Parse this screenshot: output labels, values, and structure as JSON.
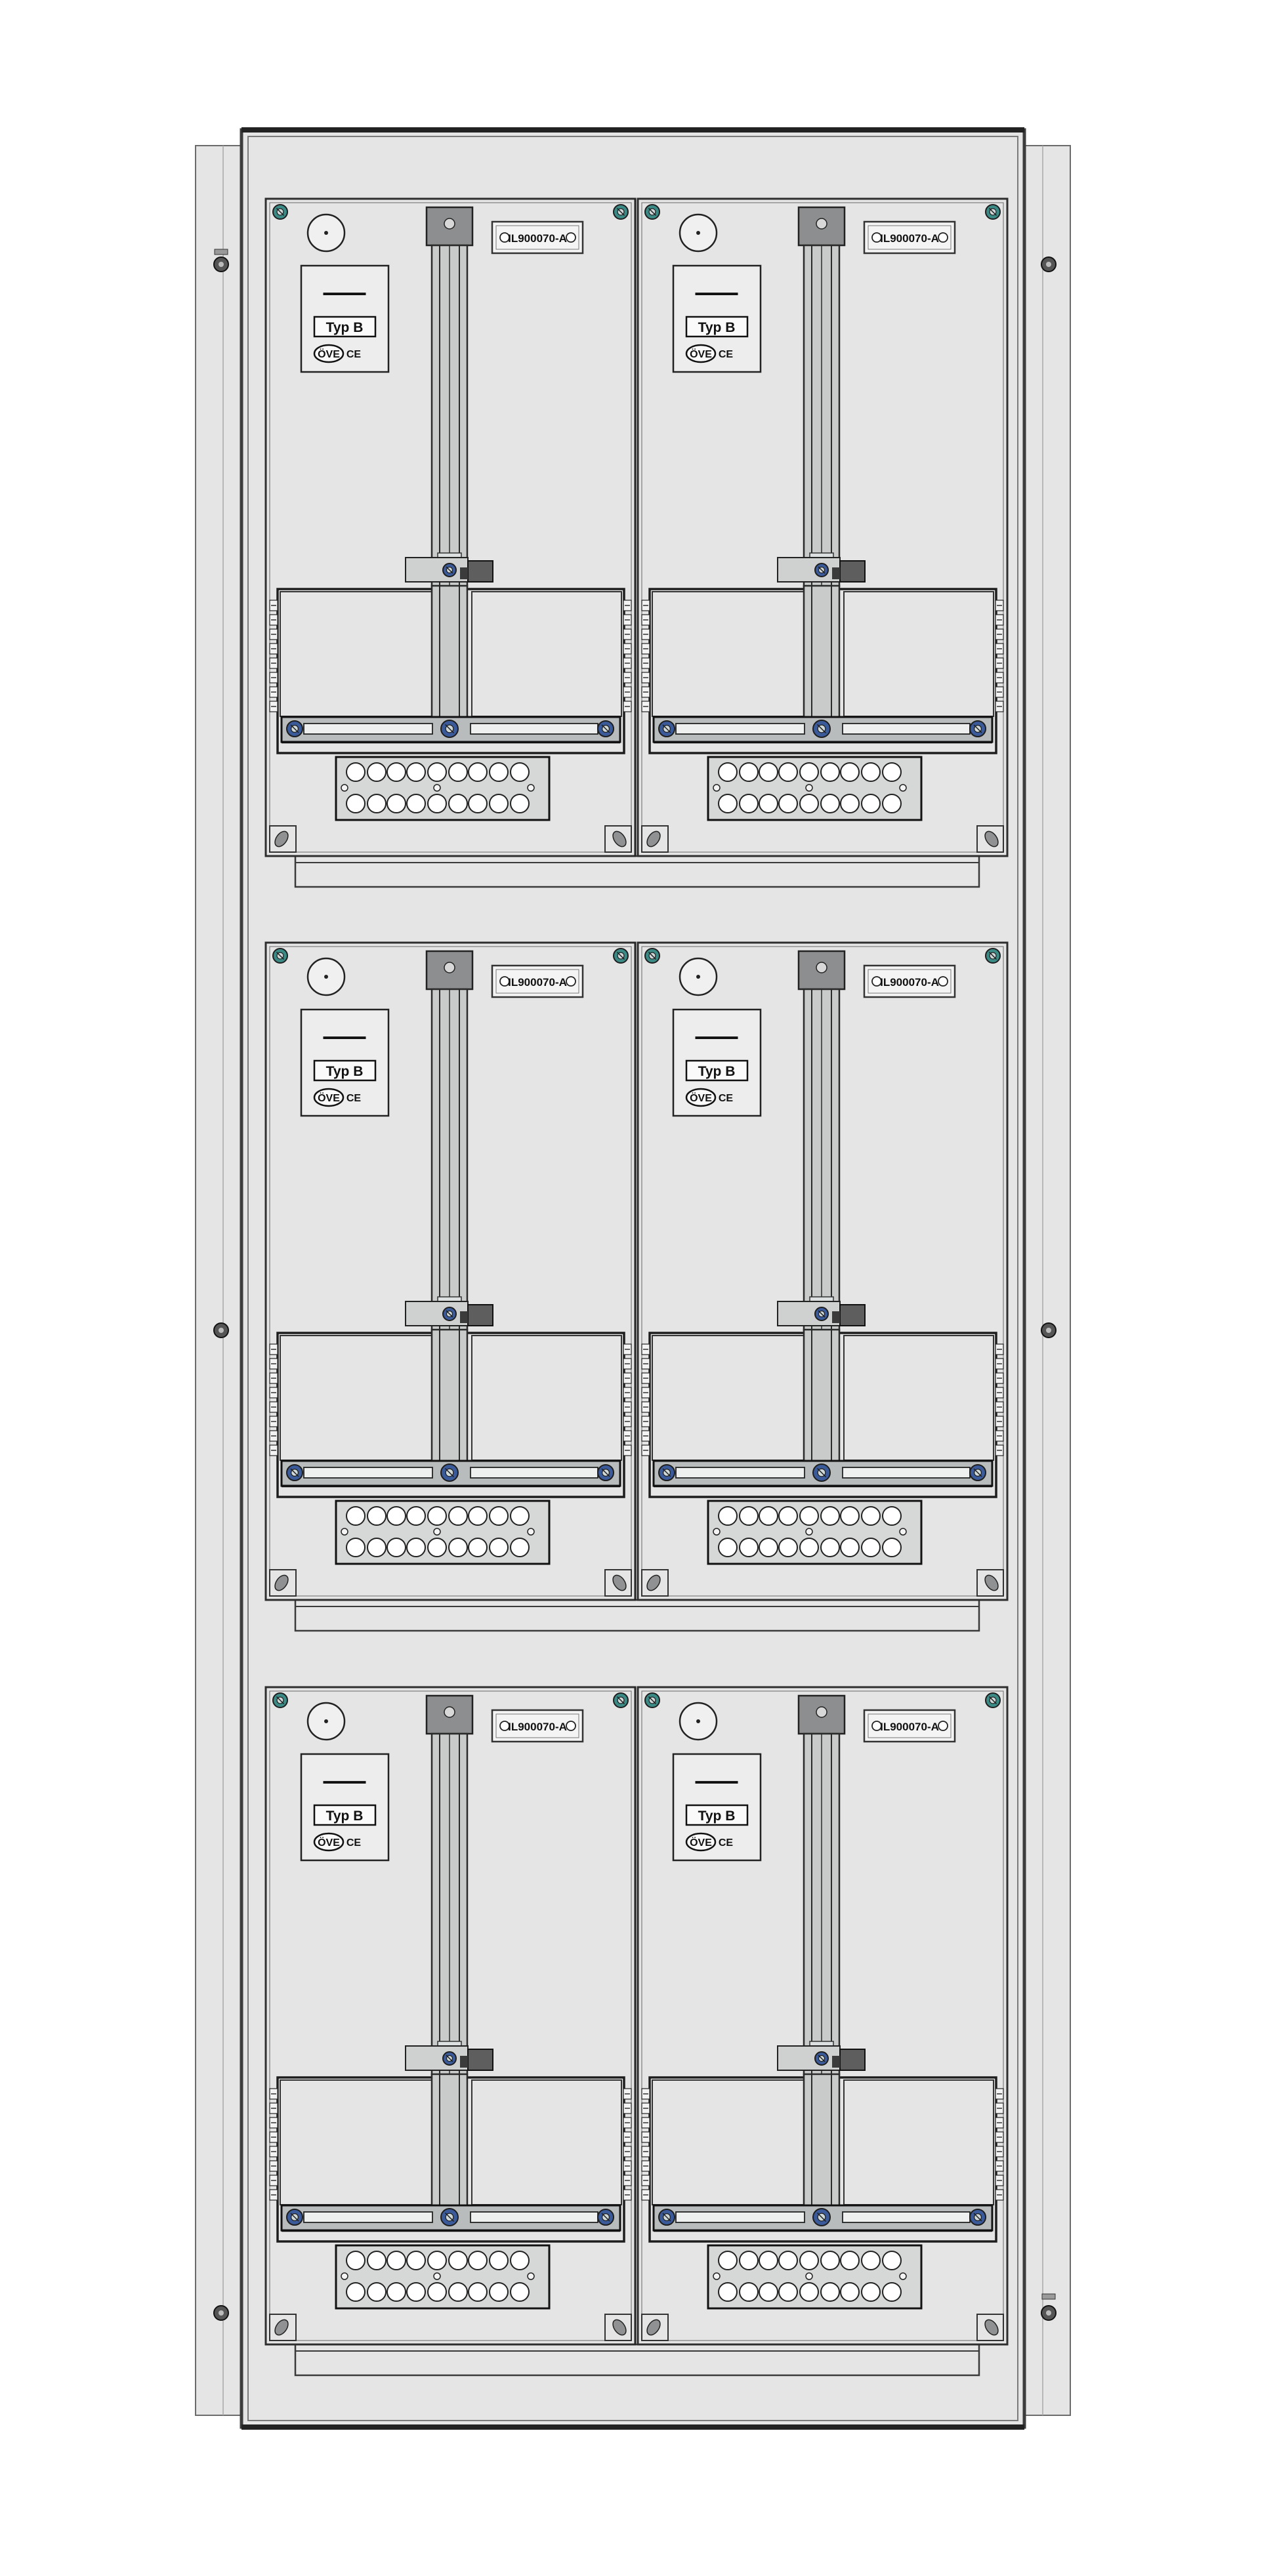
{
  "colors": {
    "panel": "#e4e5e4",
    "panel_dark": "#d9dad9",
    "frame": "#3c3c3c",
    "rail": "#c9cbcb",
    "screw_teal": "#3b8a86",
    "screw_blue": "#3a5a9a",
    "slot": "#8f9192",
    "hole_fill": "#ffffff"
  },
  "icons": {
    "corner_screw": "corner-screw-icon",
    "mount_screw": "mounting-screw-icon",
    "round_knockout": "round-knockout-icon",
    "cable_entry": "cable-entry-icon"
  },
  "modules": [
    {
      "part_label": "IL900070-A",
      "type_label": "Typ B",
      "cert_mark": "ÖVE",
      "ce_mark": "CE",
      "maker_mark": "▬▬▬▬▬"
    },
    {
      "part_label": "IL900070-A",
      "type_label": "Typ B",
      "cert_mark": "ÖVE",
      "ce_mark": "CE",
      "maker_mark": "▬▬▬▬▬"
    },
    {
      "part_label": "IL900070-A",
      "type_label": "Typ B",
      "cert_mark": "ÖVE",
      "ce_mark": "CE",
      "maker_mark": "▬▬▬▬▬"
    },
    {
      "part_label": "IL900070-A",
      "type_label": "Typ B",
      "cert_mark": "ÖVE",
      "ce_mark": "CE",
      "maker_mark": "▬▬▬▬▬"
    },
    {
      "part_label": "IL900070-A",
      "type_label": "Typ B",
      "cert_mark": "ÖVE",
      "ce_mark": "CE",
      "maker_mark": "▬▬▬▬▬"
    },
    {
      "part_label": "IL900070-A",
      "type_label": "Typ B",
      "cert_mark": "ÖVE",
      "ce_mark": "CE",
      "maker_mark": "▬▬▬▬▬"
    }
  ]
}
